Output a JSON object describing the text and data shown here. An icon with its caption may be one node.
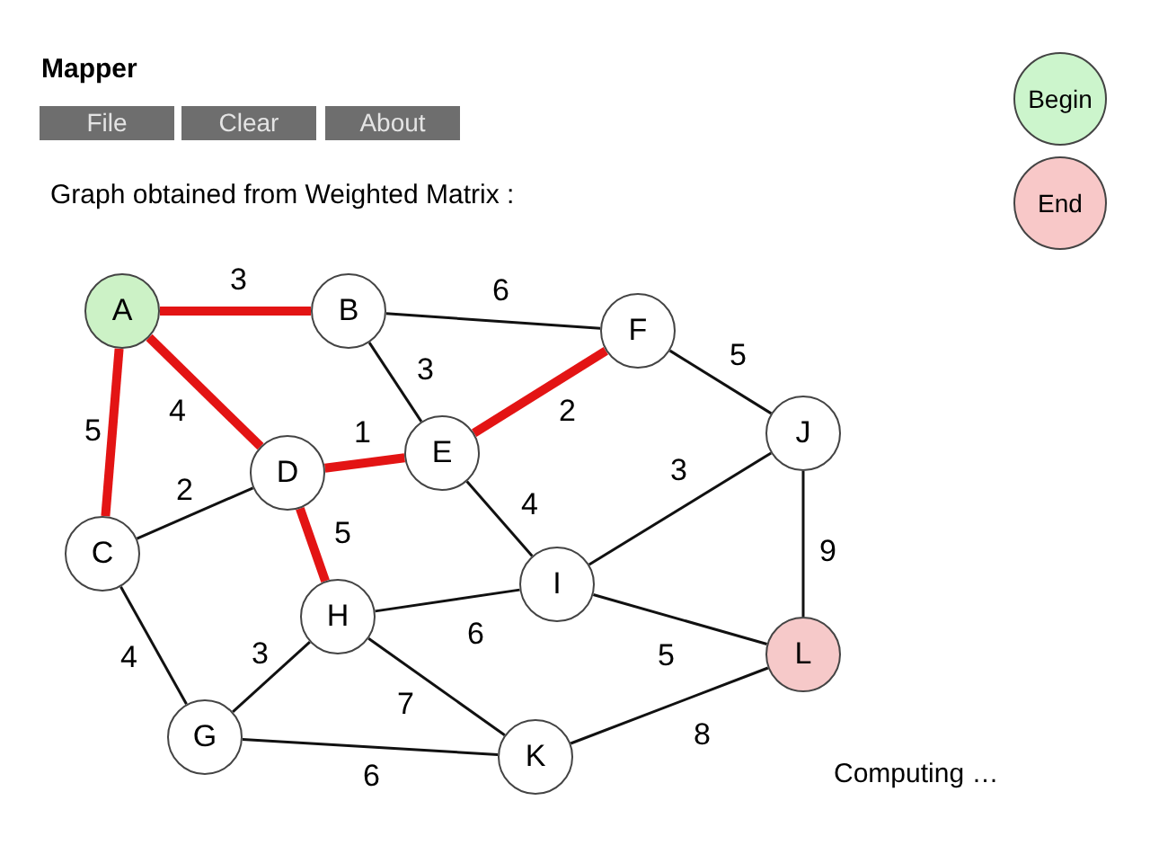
{
  "diagram": {
    "title": "Mapper",
    "nodes": [
      {
        "text": [
          "A"
        ]
      },
      {
        "text": [
          "B"
        ]
      },
      {
        "text": [
          "C"
        ]
      },
      {
        "text": [
          "D"
        ]
      },
      {
        "text": [
          "E"
        ]
      },
      {
        "text": [
          "F"
        ]
      },
      {
        "text": [
          "G"
        ]
      },
      {
        "text": [
          "H"
        ]
      },
      {
        "text": [
          "I"
        ]
      },
      {
        "text": [
          "J"
        ]
      },
      {
        "text": [
          "K"
        ]
      },
      {
        "text": [
          "L"
        ]
      },
      {
        "text": [
          "Begin"
        ]
      },
      {
        "text": [
          "End"
        ]
      }
    ],
    "edges": [
      {
        "from": 0,
        "to": 1,
        "arrow": "none",
        "label": "3",
        "style": "thick",
        "color": "#e31414"
      },
      {
        "from": 0,
        "to": 3,
        "arrow": "none",
        "label": "4",
        "style": "thick",
        "color": "#e31414"
      },
      {
        "from": 0,
        "to": 2,
        "arrow": "none",
        "label": "5",
        "style": "thick",
        "color": "#e31414"
      },
      {
        "from": 1,
        "to": 5,
        "arrow": "none",
        "label": "6"
      },
      {
        "from": 1,
        "to": 4,
        "arrow": "none",
        "label": "3"
      },
      {
        "from": 3,
        "to": 4,
        "arrow": "none",
        "label": "1",
        "style": "thick",
        "color": "#e31414"
      },
      {
        "from": 4,
        "to": 5,
        "arrow": "none",
        "label": "2",
        "style": "thick",
        "color": "#e31414"
      },
      {
        "from": 2,
        "to": 3,
        "arrow": "none",
        "label": "2"
      },
      {
        "from": 3,
        "to": 7,
        "arrow": "none",
        "label": "5",
        "style": "thick",
        "color": "#e31414"
      },
      {
        "from": 4,
        "to": 8,
        "arrow": "none",
        "label": "4"
      },
      {
        "from": 5,
        "to": 9,
        "arrow": "none",
        "label": "5"
      },
      {
        "from": 9,
        "to": 8,
        "arrow": "none",
        "label": "3"
      },
      {
        "from": 9,
        "to": 11,
        "arrow": "none",
        "label": "9"
      },
      {
        "from": 2,
        "to": 6,
        "arrow": "none",
        "label": "4"
      },
      {
        "from": 6,
        "to": 7,
        "arrow": "none",
        "label": "3"
      },
      {
        "from": 7,
        "to": 8,
        "arrow": "none",
        "label": "6"
      },
      {
        "from": 7,
        "to": 10,
        "arrow": "none",
        "label": "7"
      },
      {
        "from": 8,
        "to": 11,
        "arrow": "none",
        "label": "5"
      },
      {
        "from": 6,
        "to": 10,
        "arrow": "none",
        "label": "6"
      },
      {
        "from": 10,
        "to": 11,
        "arrow": "none",
        "label": "8"
      }
    ],
    "labels": [
      "File",
      "Clear",
      "About",
      "Graph obtained from Weighted Matrix :",
      "Computing …"
    ]
  }
}
